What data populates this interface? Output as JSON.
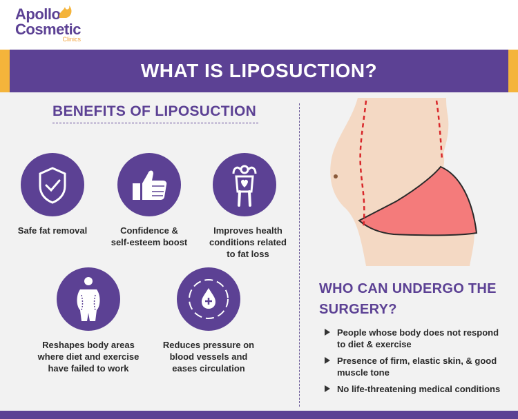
{
  "logo": {
    "line1": "Apollo",
    "line2": "Cosmetic",
    "line3": "Clinics"
  },
  "title": "WHAT IS LIPOSUCTION?",
  "benefits": {
    "heading": "BENEFITS OF LIPOSUCTION",
    "items": [
      {
        "icon": "shield-check-icon",
        "label_lines": [
          "Safe fat removal"
        ]
      },
      {
        "icon": "thumbs-up-icon",
        "label_lines": [
          "Confidence &",
          "self-esteem boost"
        ]
      },
      {
        "icon": "healthy-person-heart-icon",
        "label_lines": [
          "Improves health",
          "conditions related",
          "to fat loss"
        ]
      },
      {
        "icon": "body-reshape-icon",
        "label_lines": [
          "Reshapes body areas",
          "where diet and exercise",
          "have failed to work"
        ]
      },
      {
        "icon": "blood-drop-circulation-icon",
        "label_lines": [
          "Reduces pressure on",
          "blood vessels and",
          "eases circulation"
        ]
      }
    ]
  },
  "who": {
    "heading": "WHO CAN UNDERGO THE SURGERY?",
    "bullets": [
      {
        "lines": [
          "People whose body does not respond",
          "to diet & exercise"
        ]
      },
      {
        "lines": [
          "Presence of firm, elastic skin, & good",
          "muscle tone"
        ]
      },
      {
        "lines": [
          "No life-threatening medical conditions"
        ]
      }
    ]
  },
  "colors": {
    "primary": "#5c4194",
    "accent": "#f4b43b",
    "panel": "#f2f2f2",
    "skin": "#f4d9c4",
    "underwear": "#f47b7b",
    "marker": "#d8262a"
  }
}
